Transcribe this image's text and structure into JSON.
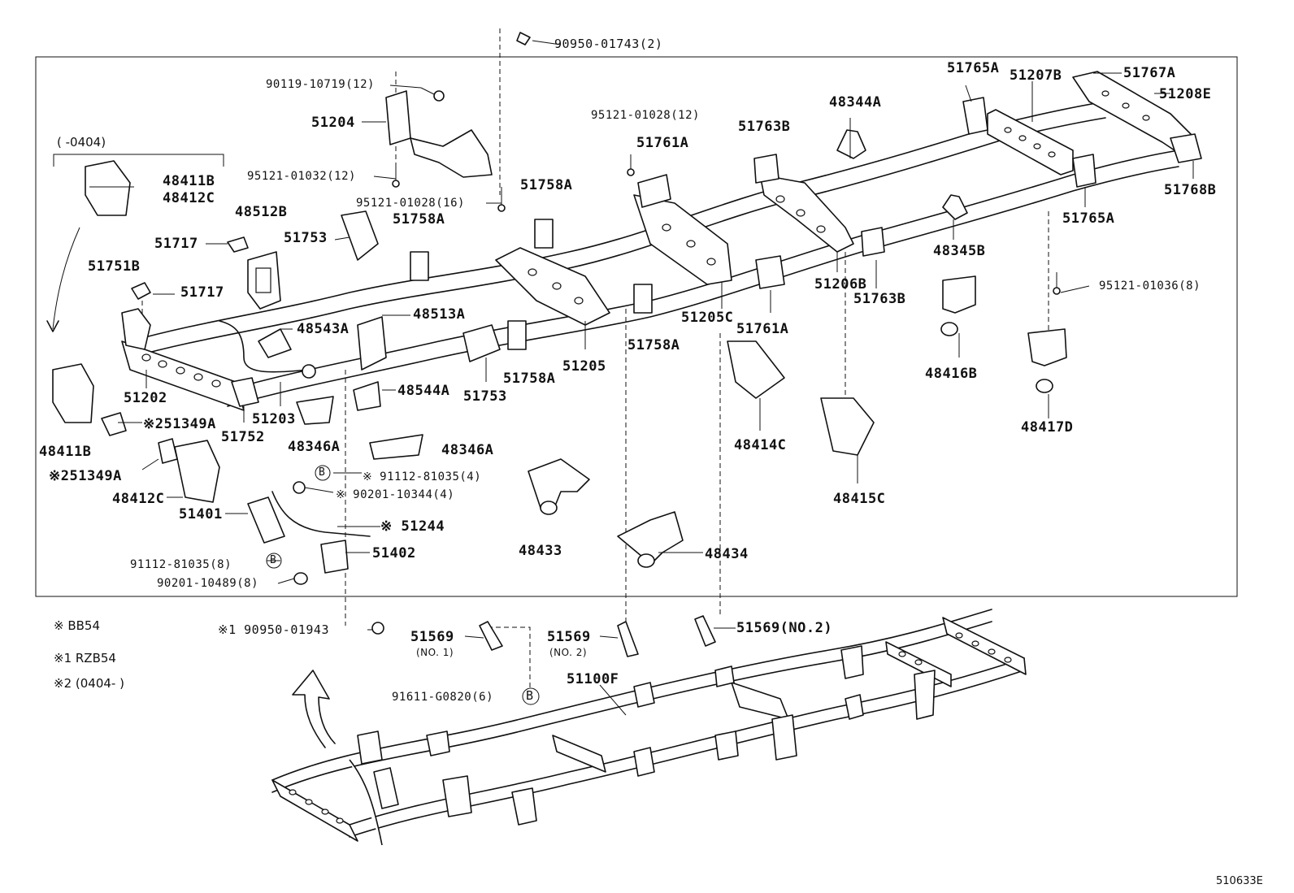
{
  "parts": {
    "p90950_01743": "90950-01743(2)",
    "p90119_10719": "90119-10719(12)",
    "p51204": "51204",
    "p95121_01032": "95121-01032(12)",
    "p95121_01028_16": "95121-01028(16)",
    "p95121_01028_12": "95121-01028(12)",
    "range_0404": "(      -0404)",
    "p48411B_top": "48411B",
    "p48412C_top": "48412C",
    "p48512B": "48512B",
    "p51717_a": "51717",
    "p51717_b": "51717",
    "p51751B": "51751B",
    "p51753_a": "51753",
    "p51758A_a": "51758A",
    "p51758A_b": "51758A",
    "p51758A_c": "51758A",
    "p51758A_d": "51758A",
    "p51761A_a": "51761A",
    "p51761A_b": "51761A",
    "p51763B_a": "51763B",
    "p51763B_b": "51763B",
    "p48344A": "48344A",
    "p51765A_a": "51765A",
    "p51765A_b": "51765A",
    "p51207B": "51207B",
    "p51767A": "51767A",
    "p51208E": "51208E",
    "p51768B": "51768B",
    "p48345B": "48345B",
    "p95121_01036": "95121-01036(8)",
    "p51206B": "51206B",
    "p51205C": "51205C",
    "p51205": "51205",
    "p48543A": "48543A",
    "p48513A": "48513A",
    "p51202": "51202",
    "p51203": "51203",
    "p51752": "51752",
    "p48544A": "48544A",
    "p51753_b": "51753",
    "p48416B": "48416B",
    "p48417D": "48417D",
    "p48414C": "48414C",
    "p48415C": "48415C",
    "p48411B_bot": "48411B",
    "p51349A_a": "※251349A",
    "p51349A_b": "※251349A",
    "p48346A_a": "48346A",
    "p48346A_b": "48346A",
    "p48412C_bot": "48412C",
    "p91112_81035_4": "※ 91112-81035(4)",
    "p90201_10344": "※ 90201-10344(4)",
    "p51401": "51401",
    "p51244": "※ 51244",
    "p51402": "51402",
    "p91112_81035_8": "91112-81035(8)",
    "p90201_10489": "90201-10489(8)",
    "p48433": "48433",
    "p48434": "48434",
    "p90950_01943": "※1  90950-01943",
    "p51569_no1": "51569",
    "p51569_no1_sub": "(NO. 1)",
    "p51569_no2a": "51569",
    "p51569_no2a_sub": "(NO. 2)",
    "p51569_no2b": "51569(NO.2)",
    "p51100F": "51100F",
    "p91611_G0820": "91611-G0820(6)",
    "circle_b": "B"
  },
  "notes": {
    "n1": "※ BB54",
    "n2": "※1  RZB54",
    "n3": "※2  (0404-      )"
  },
  "figure_id": "510633E"
}
